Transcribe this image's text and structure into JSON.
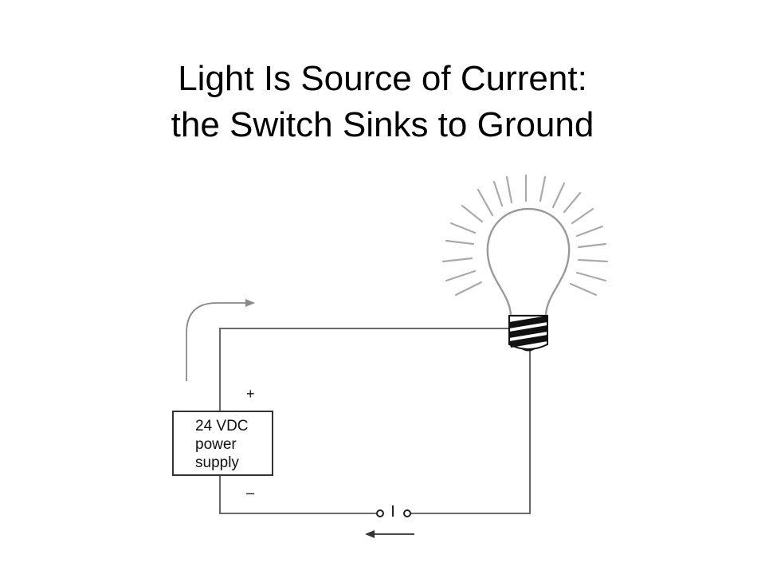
{
  "title": {
    "line1": "Light Is Source of Current:",
    "line2": "the Switch Sinks to Ground"
  },
  "power_supply": {
    "label_line1": "24 VDC",
    "label_line2": "power",
    "label_line3": "supply",
    "positive": "+",
    "negative": "–"
  },
  "colors": {
    "wire": "#555555",
    "arrow": "#8a8a8a",
    "bulb_outline": "#9a9a9a",
    "rays": "#aaaaaa",
    "bulb_base": "#111111",
    "text": "#000000"
  },
  "icons": {
    "bulb": "light-bulb-icon",
    "switch": "switch-contact-icon",
    "current_arrow_top": "current-flow-arrow-icon",
    "current_arrow_bottom": "current-flow-arrow-icon"
  }
}
